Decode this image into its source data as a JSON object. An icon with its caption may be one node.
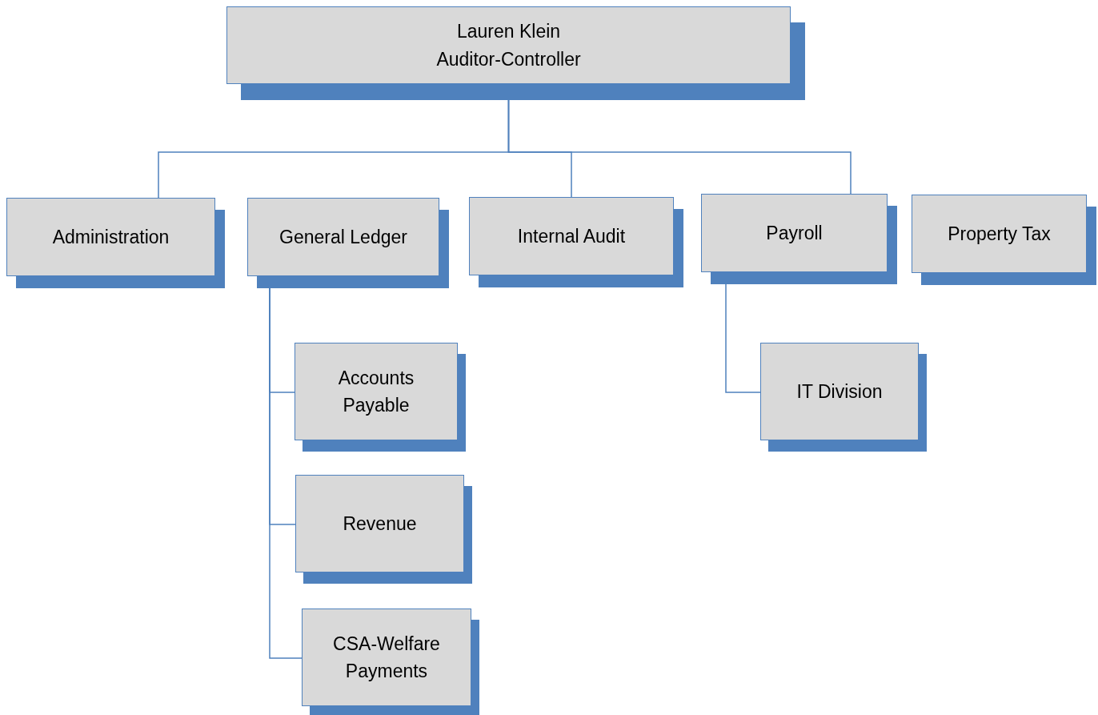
{
  "diagram": {
    "nodes": [
      {
        "text": [
          "Lauren Klein Auditor-Controller"
        ]
      },
      {
        "text": [
          "Administration"
        ]
      },
      {
        "text": [
          "General Ledger"
        ]
      },
      {
        "text": [
          "Internal Audit"
        ]
      },
      {
        "text": [
          "Payroll"
        ]
      },
      {
        "text": [
          "Property Tax"
        ]
      },
      {
        "text": [
          "Accounts Payable"
        ]
      },
      {
        "text": [
          "Revenue"
        ]
      },
      {
        "text": [
          "CSA-Welfare Payments"
        ]
      },
      {
        "text": [
          "IT Division"
        ]
      }
    ],
    "edges": [
      {
        "from": 0,
        "to": 1,
        "arrow": "none"
      },
      {
        "from": 0,
        "to": 3,
        "arrow": "none"
      },
      {
        "from": 0,
        "to": 4,
        "arrow": "none"
      },
      {
        "from": 2,
        "to": 6,
        "arrow": "none"
      },
      {
        "from": 2,
        "to": 7,
        "arrow": "none"
      },
      {
        "from": 2,
        "to": 8,
        "arrow": "none"
      },
      {
        "from": 4,
        "to": 9,
        "arrow": "none"
      }
    ]
  }
}
